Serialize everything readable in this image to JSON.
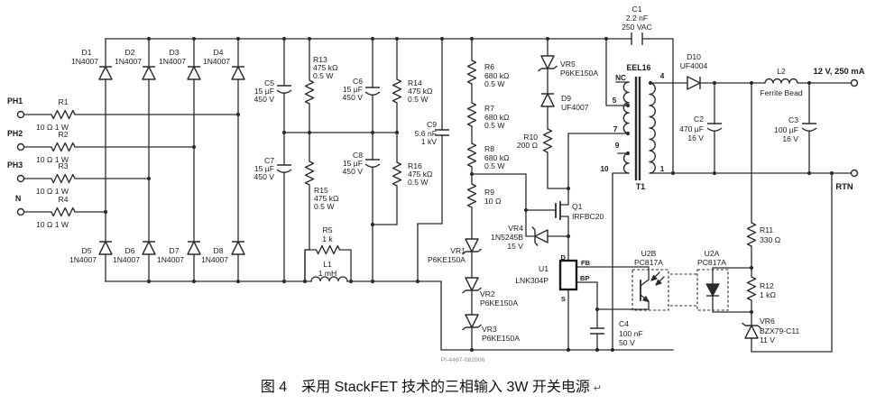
{
  "inputs": {
    "ph1": "PH1",
    "ph2": "PH2",
    "ph3": "PH3",
    "n": "N",
    "r1": {
      "ref": "R1",
      "val": "10 Ω 1 W"
    },
    "r2": {
      "ref": "R2",
      "val": "10 Ω 1 W"
    },
    "r3": {
      "ref": "R3",
      "val": "10 Ω 1 W"
    },
    "r4": {
      "ref": "R4",
      "val": "10 Ω 1 W"
    }
  },
  "diodes": {
    "d1": {
      "ref": "D1",
      "val": "1N4007"
    },
    "d2": {
      "ref": "D2",
      "val": "1N4007"
    },
    "d3": {
      "ref": "D3",
      "val": "1N4007"
    },
    "d4": {
      "ref": "D4",
      "val": "1N4007"
    },
    "d5": {
      "ref": "D5",
      "val": "1N4007"
    },
    "d6": {
      "ref": "D6",
      "val": "1N4007"
    },
    "d7": {
      "ref": "D7",
      "val": "1N4007"
    },
    "d8": {
      "ref": "D8",
      "val": "1N4007"
    }
  },
  "dc_bus": {
    "c5": {
      "ref": "C5",
      "l1": "15 µF",
      "l2": "450 V"
    },
    "c6": {
      "ref": "C6",
      "l1": "15 µF",
      "l2": "450 V"
    },
    "c7": {
      "ref": "C7",
      "l1": "15 µF",
      "l2": "450 V"
    },
    "c8": {
      "ref": "C8",
      "l1": "15 µF",
      "l2": "450 V"
    },
    "r13": {
      "ref": "R13",
      "l1": "475 kΩ",
      "l2": "0.5 W"
    },
    "r14": {
      "ref": "R14",
      "l1": "475 kΩ",
      "l2": "0.5 W"
    },
    "r15": {
      "ref": "R15",
      "l1": "475 kΩ",
      "l2": "0.5 W"
    },
    "r16": {
      "ref": "R16",
      "l1": "475 kΩ",
      "l2": "0.5 W"
    },
    "c9": {
      "ref": "C9",
      "l1": "5.6 nF",
      "l2": "1 kV"
    },
    "r5": {
      "ref": "R5",
      "val": "1 k"
    },
    "l1": {
      "ref": "L1",
      "val": "1 mH"
    }
  },
  "stackfet": {
    "r6": {
      "ref": "R6",
      "l1": "680 kΩ",
      "l2": "0.5 W"
    },
    "r7": {
      "ref": "R7",
      "l1": "680 kΩ",
      "l2": "0.5 W"
    },
    "r8": {
      "ref": "R8",
      "l1": "680 kΩ",
      "l2": "0.5 W"
    },
    "r9": {
      "ref": "R9",
      "val": "10 Ω"
    },
    "vr1": {
      "ref": "VR1",
      "val": "P6KE150A"
    },
    "vr2": {
      "ref": "VR2",
      "val": "P6KE150A"
    },
    "vr3": {
      "ref": "VR3",
      "val": "P6KE150A"
    },
    "vr4": {
      "ref": "VR4",
      "l1": "1N5245B",
      "l2": "15 V"
    },
    "q1": {
      "ref": "Q1",
      "val": "IRFBC20"
    }
  },
  "clamp": {
    "vr5": {
      "ref": "VR5",
      "val": "P6KE150A"
    },
    "d9": {
      "ref": "D9",
      "val": "UF4007"
    },
    "r10": {
      "ref": "R10",
      "val": "200 Ω"
    }
  },
  "controller": {
    "u1": {
      "ref": "U1",
      "val": "LNK304P",
      "pin_d": "D",
      "pin_fb": "FB",
      "pin_bp": "BP",
      "pin_s": "S"
    },
    "c4": {
      "ref": "C4",
      "l1": "100 nF",
      "l2": "50 V"
    }
  },
  "transformer": {
    "part": "EEL16",
    "ref": "T1",
    "nc": "NC",
    "p4": "4",
    "p5": "5",
    "p7": "7",
    "p9": "9",
    "p10": "10",
    "p1": "1"
  },
  "c1": {
    "ref": "C1",
    "l1": "2.2 nF",
    "l2": "250 VAC"
  },
  "output": {
    "d10": {
      "ref": "D10",
      "val": "UF4004"
    },
    "c2": {
      "ref": "C2",
      "l1": "470 µF",
      "l2": "16 V"
    },
    "c3": {
      "ref": "C3",
      "l1": "100 µF",
      "l2": "16 V"
    },
    "l2": {
      "ref": "L2",
      "val": "Ferrite Bead"
    },
    "vout": "12 V, 250 mA",
    "rtn": "RTN"
  },
  "feedback": {
    "u2a": {
      "ref": "U2A",
      "val": "PC817A"
    },
    "u2b": {
      "ref": "U2B",
      "val": "PC817A"
    },
    "r11": {
      "ref": "R11",
      "val": "330 Ω"
    },
    "r12": {
      "ref": "R12",
      "val": "1 kΩ"
    },
    "vr6": {
      "ref": "VR6",
      "l1": "BZX79-C11",
      "l2": "11 V"
    }
  },
  "watermark": "PI-4487-082906",
  "caption": {
    "text": "图 4　采用 StackFET 技术的三相输入 3W 开关电源",
    "mark": "↵"
  }
}
